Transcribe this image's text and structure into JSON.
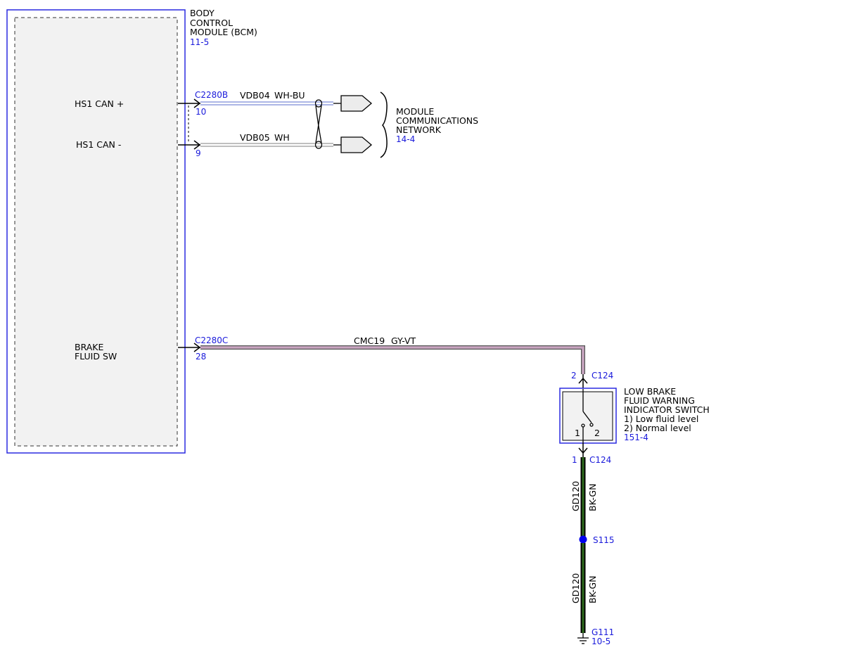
{
  "colors": {
    "module_outline": "#2a2ae0",
    "ref_text": "#1a1adb",
    "wire_wh_bu": "#7a8ad8",
    "wire_gy_vt": "#9a7a94",
    "wire_bk_gn": "#1c3a12",
    "splice": "#0000ee"
  },
  "bcm": {
    "name_lines": [
      "BODY",
      "CONTROL",
      "MODULE (BCM)"
    ],
    "ref": "11-5",
    "pins": {
      "hs1_can_plus": "HS1 CAN +",
      "hs1_can_minus": "HS1 CAN -",
      "brake_fluid_sw_line1": "BRAKE",
      "brake_fluid_sw_line2": "FLUID SW"
    }
  },
  "connectors": {
    "c2280b": {
      "name": "C2280B",
      "pin_plus": "10",
      "pin_minus": "9"
    },
    "c2280c": {
      "name": "C2280C",
      "pin": "28"
    },
    "c124_top": {
      "name": "C124",
      "pin": "2"
    },
    "c124_bottom": {
      "name": "C124",
      "pin": "1"
    }
  },
  "wires": {
    "vdb04": {
      "circuit": "VDB04",
      "color": "WH-BU"
    },
    "vdb05": {
      "circuit": "VDB05",
      "color": "WH"
    },
    "cmc19": {
      "circuit": "CMC19",
      "color": "GY-VT"
    },
    "gd120_upper": {
      "circuit": "GD120",
      "color": "BK-GN"
    },
    "gd120_lower": {
      "circuit": "GD120",
      "color": "BK-GN"
    }
  },
  "network": {
    "lines": [
      "MODULE",
      "COMMUNICATIONS",
      "NETWORK"
    ],
    "ref": "14-4"
  },
  "switch": {
    "lines": [
      "LOW BRAKE",
      "FLUID WARNING",
      "INDICATOR SWITCH",
      "1) Low fluid level",
      "2) Normal level"
    ],
    "ref": "151-4",
    "pos1": "1",
    "pos2": "2"
  },
  "splice": {
    "name": "S115"
  },
  "ground": {
    "name": "G111",
    "ref": "10-5"
  }
}
